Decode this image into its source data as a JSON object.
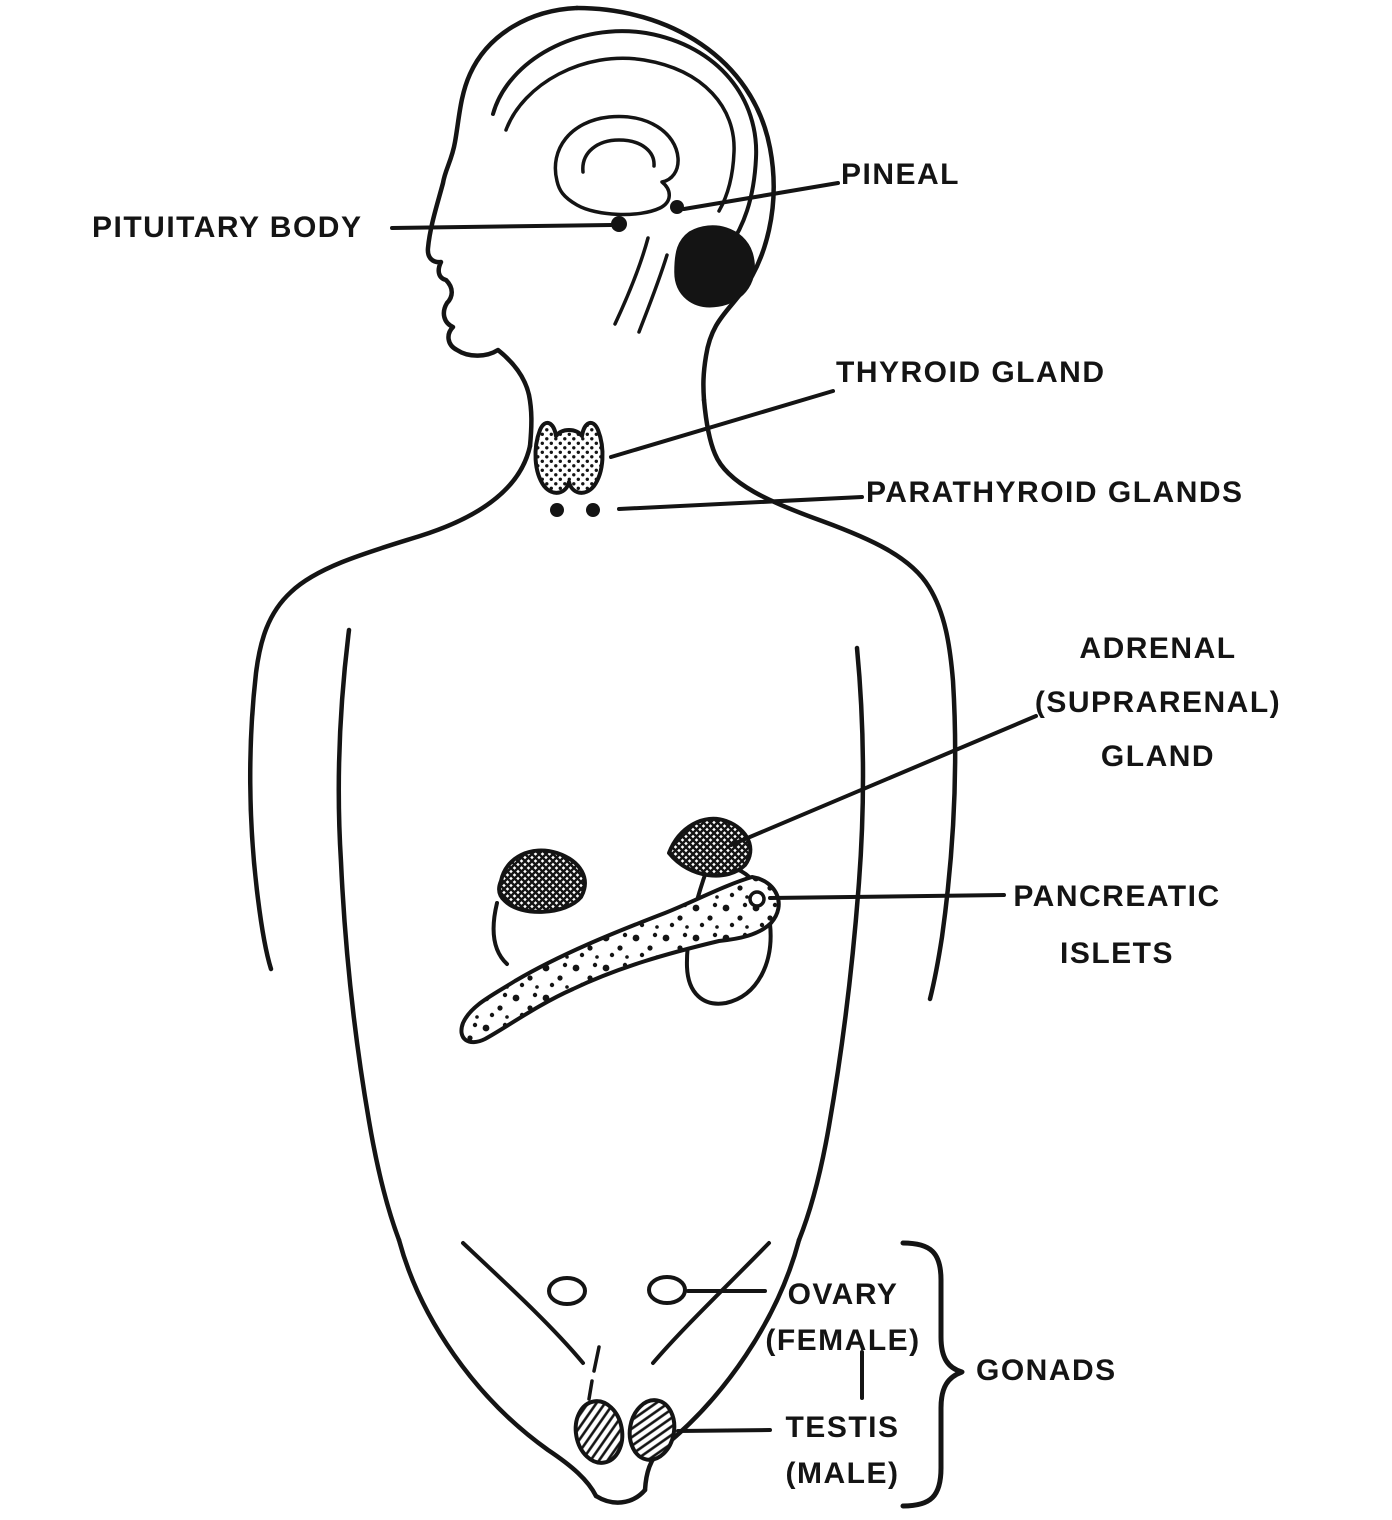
{
  "labels": {
    "pituitary": "PITUITARY BODY",
    "pineal": "PINEAL",
    "thyroid": "THYROID GLAND",
    "parathyroid": "PARATHYROID GLANDS",
    "adrenal1": "ADRENAL",
    "adrenal2": "(SUPRARENAL)",
    "adrenal3": "GLAND",
    "pancreatic1": "PANCREATIC",
    "pancreatic2": "ISLETS",
    "ovary1": "OVARY",
    "ovary2": "(FEMALE)",
    "testis1": "TESTIS",
    "testis2": "(MALE)",
    "gonads": "GONADS"
  },
  "colors": {
    "ink": "#141414",
    "paper": "#ffffff"
  }
}
